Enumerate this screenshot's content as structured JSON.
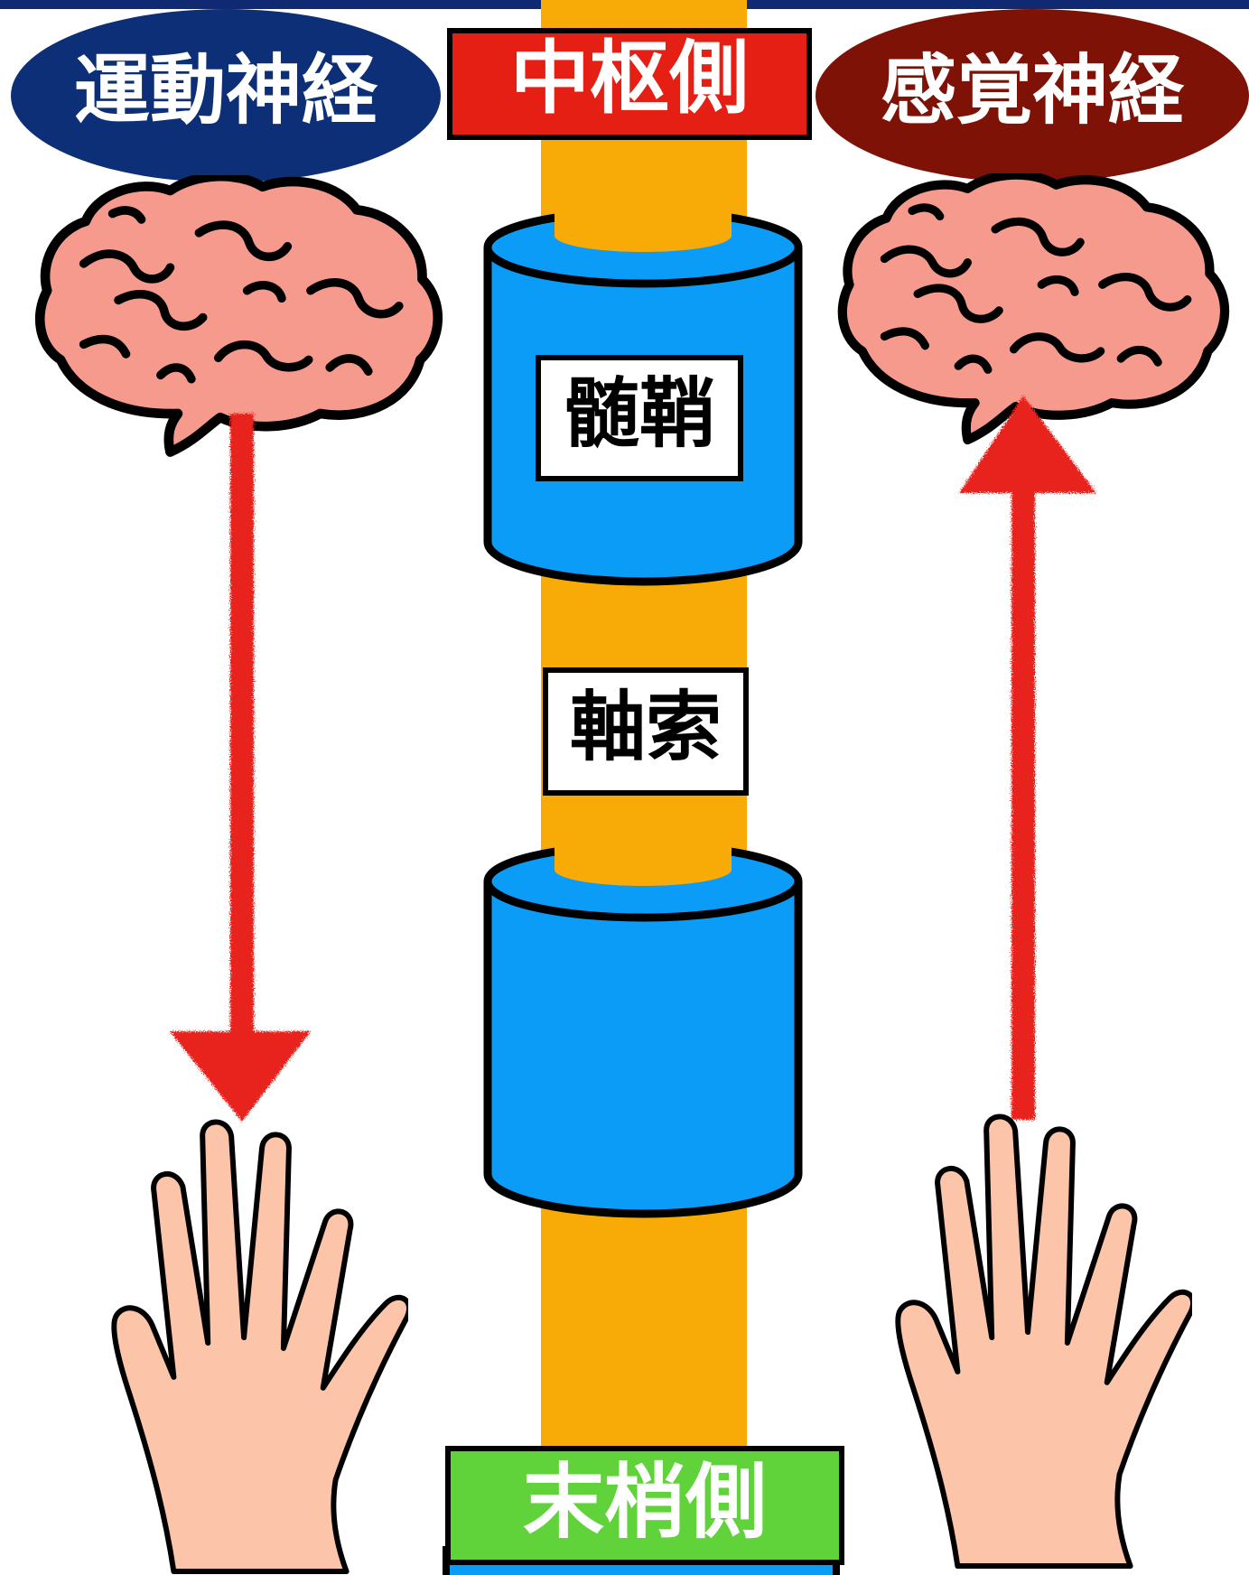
{
  "labels": {
    "motor": "運動神経",
    "sensory": "感覚神経",
    "central": "中枢側",
    "peripheral": "末梢側",
    "myelin": "髄鞘",
    "axon": "軸索"
  },
  "colors": {
    "top_bar": "#0f2a73",
    "motor_bg": "#0d2f78",
    "sensory_bg": "#7e1206",
    "central_bg": "#e51f14",
    "peripheral_bg": "#60d23a",
    "axon": "#f8ab06",
    "myelin": "#0b9cf7",
    "brain": "#f59a8d",
    "hand": "#fcc4a8",
    "arrow": "#e8231c"
  },
  "icons": [
    "brain-icon",
    "hand-icon",
    "arrow-down",
    "arrow-up"
  ]
}
